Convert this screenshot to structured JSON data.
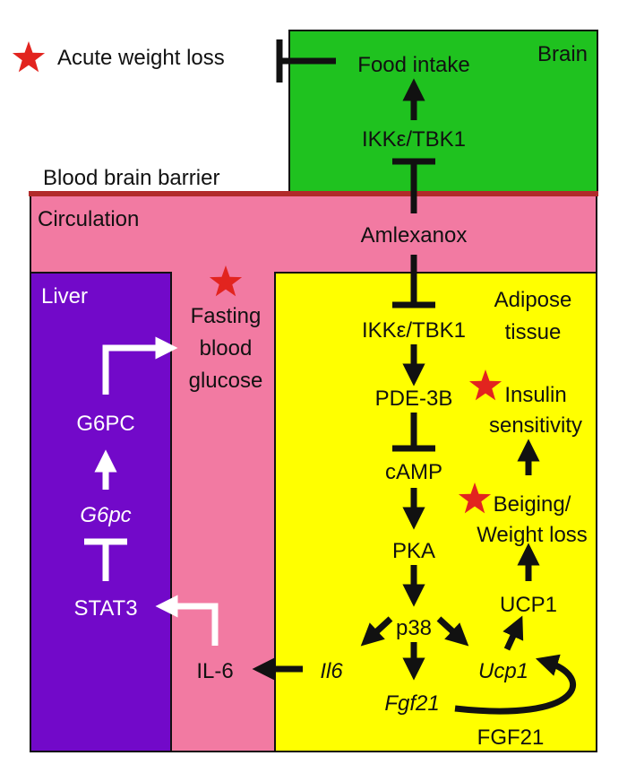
{
  "regions": {
    "brain": "Brain",
    "blood_brain_barrier": "Blood brain barrier",
    "circulation": "Circulation",
    "liver": "Liver",
    "adipose_line1": "Adipose",
    "adipose_line2": "tissue"
  },
  "nodes": {
    "acute_weight_loss": "Acute weight loss",
    "food_intake": "Food intake",
    "ikk_tbk1_brain": "IKKε/TBK1",
    "amlexanox": "Amlexanox",
    "ikk_tbk1_adipose": "IKKε/TBK1",
    "pde3b": "PDE-3B",
    "camp": "cAMP",
    "pka": "PKA",
    "p38": "p38",
    "il6_gene": "Il6",
    "fgf21_gene": "Fgf21",
    "ucp1_gene": "Ucp1",
    "fgf21_protein": "FGF21",
    "ucp1_protein": "UCP1",
    "beiging_line1": "Beiging/",
    "beiging_line2": "Weight loss",
    "insulin_line1": "Insulin",
    "insulin_line2": "sensitivity",
    "il6_protein": "IL-6",
    "stat3": "STAT3",
    "g6pc_gene": "G6pc",
    "g6pc_protein": "G6PC",
    "fasting_line1": "Fasting",
    "fasting_line2": "blood",
    "fasting_line3": "glucose"
  },
  "colors": {
    "brain": "#1fc21f",
    "barrier": "#b22a2a",
    "circulation": "#f27aa2",
    "liver": "#7209c9",
    "adipose": "#ffff00",
    "star": "#e2241f"
  }
}
